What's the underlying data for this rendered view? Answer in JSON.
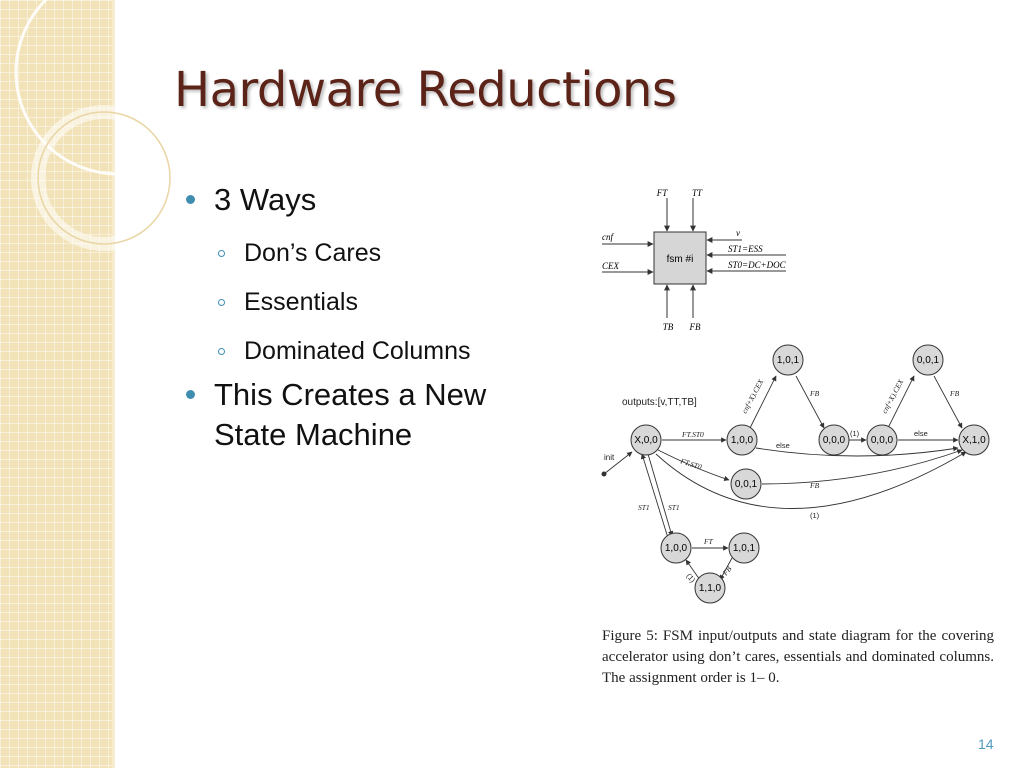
{
  "slide": {
    "title": "Hardware Reductions",
    "page_number": "14"
  },
  "bullets": [
    {
      "text": "3 Ways",
      "sub": [
        "Don’s Cares",
        "Essentials",
        "Dominated Columns"
      ]
    },
    {
      "line1": "This Creates a New",
      "line2": "State Machine"
    }
  ],
  "figure": {
    "block": {
      "label": "fsm #i",
      "inputs_top": [
        "FT",
        "TT"
      ],
      "outputs_bottom": [
        "TB",
        "FB"
      ],
      "inputs_left": [
        "cnf",
        "CEX"
      ],
      "outputs_right": [
        "v",
        "ST1=ESS",
        "ST0=DC+DOC"
      ]
    },
    "state_diagram": {
      "outputs_label": "outputs:[v,TT,TB]",
      "init_label": "init",
      "states": {
        "s_x00": "X,0,0",
        "s_101a": "1,0,1",
        "s_100a": "1,0,0",
        "s_000a": "0,0,0",
        "s_000b": "0,0,0",
        "s_001a": "0,0,1",
        "s_x10": "X,1,0",
        "s_001b": "0,0,1",
        "s_100b": "1,0,0",
        "s_101b": "1,0,1",
        "s_110": "1,1,0"
      },
      "edges": {
        "e1": "FT.ST0",
        "e2": "FT.ST0",
        "e3": "cnf+X).CEX",
        "e4": "FB",
        "e5": "else",
        "e6": "(1)",
        "e7": "cnf+X).CEX",
        "e8": "FB",
        "e9": "else",
        "e10": "FB",
        "e11": "(1)",
        "e12": "ST1",
        "e13": "ST1",
        "e14": "FT",
        "e15": "FB",
        "e16": "(1)"
      }
    },
    "caption": "Figure 5: FSM input/outputs and state diagram for the covering accelerator using don’t cares, essentials and dominated columns. The assignment order is 1– 0."
  }
}
